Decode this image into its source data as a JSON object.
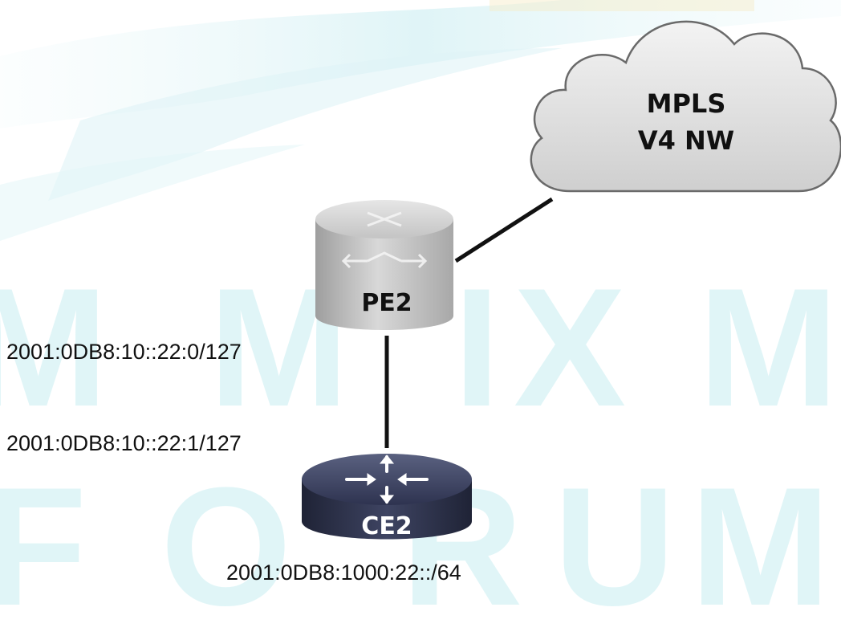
{
  "watermark": {
    "row1": [
      "M",
      "M",
      "I",
      "X",
      "M"
    ],
    "row2": [
      "F",
      "O",
      "R",
      "U",
      "M"
    ]
  },
  "cloud": {
    "line1": "MPLS",
    "line2": "V4 NW",
    "icon": "cloud-icon"
  },
  "devices": {
    "pe": {
      "label": "PE2",
      "icon": "pe-router-icon"
    },
    "ce": {
      "label": "CE2",
      "icon": "ce-router-icon"
    }
  },
  "addresses": {
    "pe_link": "2001:0DB8:10::22:0/127",
    "ce_link": "2001:0DB8:10::22:1/127",
    "ce_lan": "2001:0DB8:1000:22::/64"
  },
  "colors": {
    "background": "#ffffff",
    "watermark": "#c7eef2",
    "swoosh": "#cfeef3",
    "link": "#111111",
    "pe_body": "#b8b8b8",
    "ce_body": "#2c3148",
    "ce_label": "#ffffff"
  }
}
